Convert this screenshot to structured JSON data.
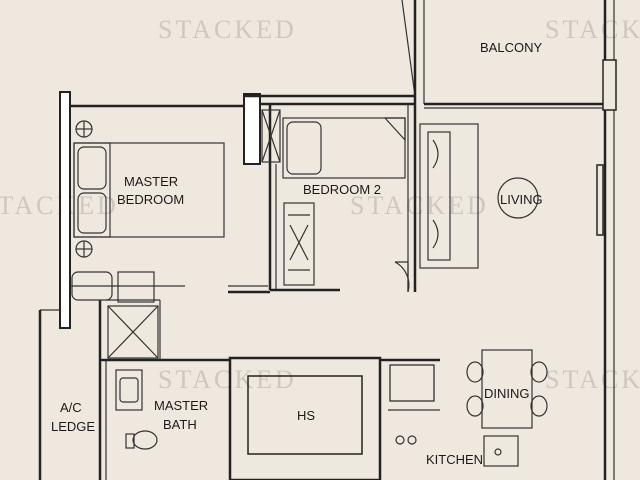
{
  "watermark": "STACKED",
  "rooms": {
    "balcony": "BALCONY",
    "master_bedroom_line1": "MASTER",
    "master_bedroom_line2": "BEDROOM",
    "bedroom_2": "BEDROOM 2",
    "living": "LIVING",
    "dining": "DINING",
    "ac_ledge_line1": "A/C",
    "ac_ledge_line2": "LEDGE",
    "master_bath_line1": "MASTER",
    "master_bath_line2": "BATH",
    "hs": "HS",
    "kitchen": "KITCHEN"
  },
  "colors": {
    "background": "#efe8df",
    "ink": "#222222",
    "watermark": "#cfc8bf"
  }
}
